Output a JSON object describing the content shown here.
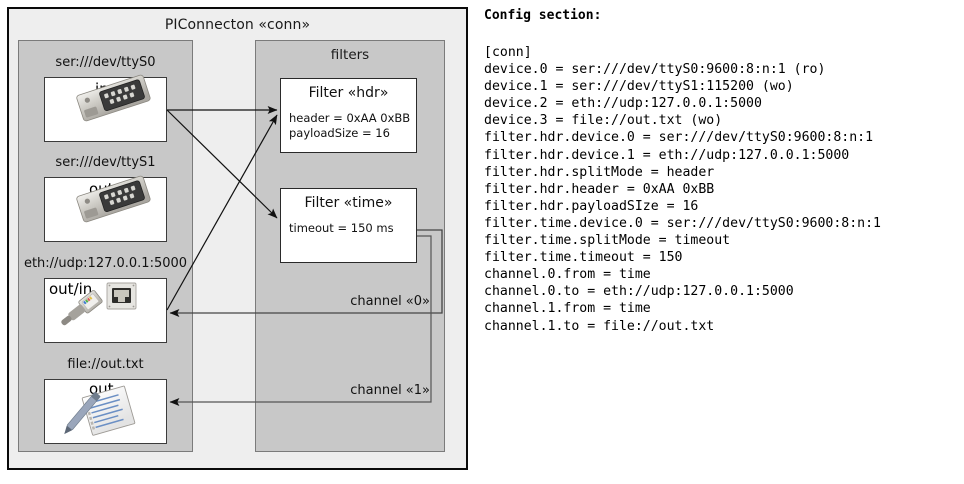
{
  "diagram": {
    "outer": {
      "title": "PIConnecton «conn»"
    },
    "filters_group": {
      "title": "filters"
    },
    "devices": [
      {
        "label": "ser:///dev/ttyS0",
        "io": "in",
        "icon": "serial-port-icon"
      },
      {
        "label": "ser:///dev/ttyS1",
        "io": "out",
        "icon": "serial-port-icon"
      },
      {
        "label": "eth://udp:127.0.0.1:5000",
        "io": "out/in",
        "icon": "ethernet-jack-icon"
      },
      {
        "label": "file://out.txt",
        "io": "out",
        "icon": "text-document-icon"
      }
    ],
    "filters": [
      {
        "title": "Filter «hdr»",
        "properties": "header = 0xAA 0xBB\npayloadSize = 16"
      },
      {
        "title": "Filter «time»",
        "properties": "timeout = 150 ms"
      }
    ],
    "channels": [
      {
        "label": "channel «0»"
      },
      {
        "label": "channel «1»"
      }
    ]
  },
  "config": {
    "heading": "Config section:",
    "text": "[conn]\ndevice.0 = ser:///dev/ttyS0:9600:8:n:1 (ro)\ndevice.1 = ser:///dev/ttyS1:115200 (wo)\ndevice.2 = eth://udp:127.0.0.1:5000\ndevice.3 = file://out.txt (wo)\nfilter.hdr.device.0 = ser:///dev/ttyS0:9600:8:n:1\nfilter.hdr.device.1 = eth://udp:127.0.0.1:5000\nfilter.hdr.splitMode = header\nfilter.hdr.header = 0xAA 0xBB\nfilter.hdr.payloadSIze = 16\nfilter.time.device.0 = ser:///dev/ttyS0:9600:8:n:1\nfilter.time.splitMode = timeout\nfilter.time.timeout = 150\nchannel.0.from = time\nchannel.0.to = eth://udp:127.0.0.1:5000\nchannel.1.from = time\nchannel.1.to = file://out.txt"
  },
  "colors": {
    "canvas": "#ffffff",
    "outer_fill": "#eeeeee",
    "group_fill": "#c8c8c8",
    "card_fill": "#ffffff",
    "stroke_dark": "#0a0a0a",
    "stroke_mid": "#4a4a4a"
  }
}
